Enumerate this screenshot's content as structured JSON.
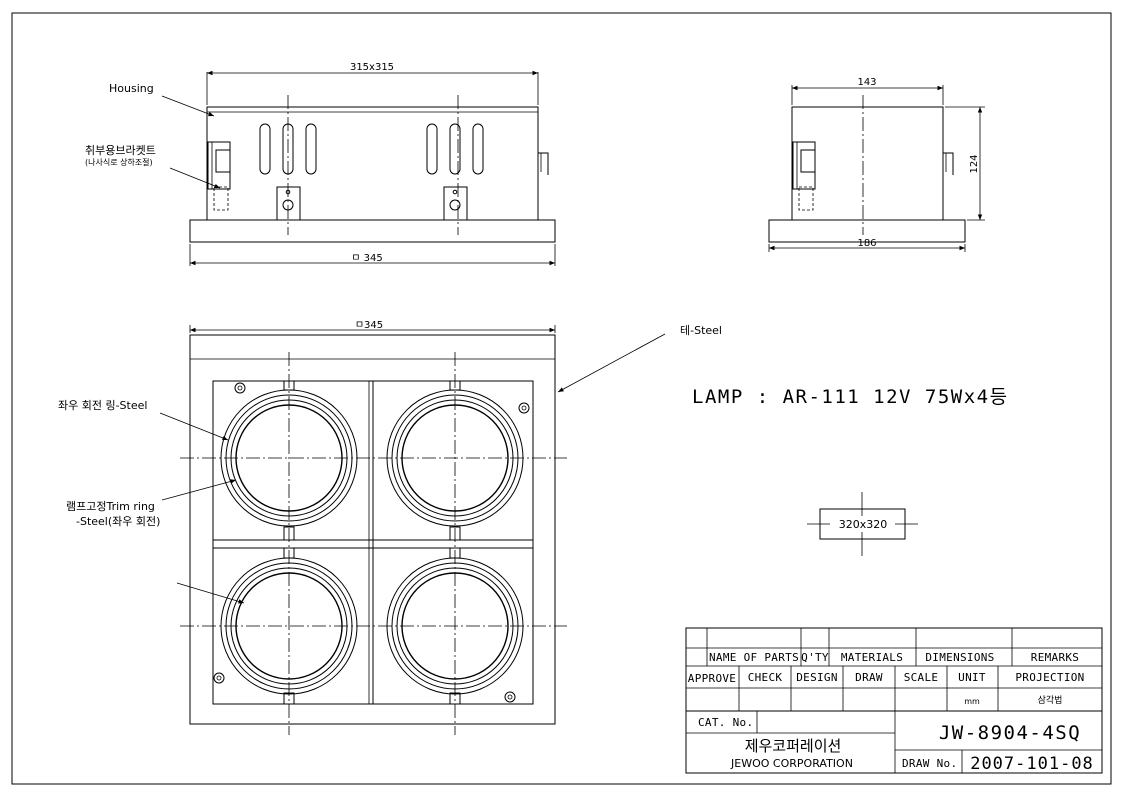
{
  "top_view": {
    "label_housing": "Housing",
    "label_bracket": "취부용브라켓트",
    "label_bracket_note": "(나사식로 상하조절)",
    "dim_width": "315x315",
    "dim_base": "ㅁ 345"
  },
  "side_view": {
    "dim_top": "143",
    "dim_bottom": "186",
    "dim_height": "124"
  },
  "plan_view": {
    "dim_top": "ㅁ345",
    "label_frame": "테-Steel",
    "label_ring": "좌우 회전 링-Steel",
    "label_trim": "램프고정Trim ring",
    "label_trim2": "-Steel(좌우 회전)"
  },
  "spec": {
    "lamp": "LAMP : AR-111 12V 75Wx4등",
    "cutout": "320x320"
  },
  "title_block": {
    "parts_header": [
      "NAME OF PARTS",
      "Q'TY",
      "MATERIALS",
      "DIMENSIONS",
      "REMARKS"
    ],
    "approve_header": [
      "APPROVE",
      "CHECK",
      "DESIGN",
      "DRAW",
      "SCALE",
      "UNIT",
      "PROJECTION"
    ],
    "unit_value": "mm",
    "projection_value": "삼각법",
    "cat_no_label": "CAT. No.",
    "model_no": "JW-8904-4SQ",
    "company_ko": "제우코퍼레이션",
    "company_en": "JEWOO CORPORATION",
    "draw_no_label": "DRAW No.",
    "draw_no": "2007-101-08"
  }
}
